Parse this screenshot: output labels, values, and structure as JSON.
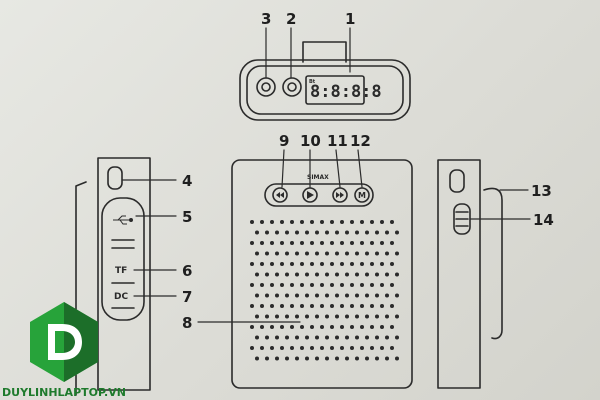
{
  "callouts": {
    "n1": "1",
    "n2": "2",
    "n3": "3",
    "n4": "4",
    "n5": "5",
    "n6": "6",
    "n7": "7",
    "n8": "8",
    "n9": "9",
    "n10": "10",
    "n11": "11",
    "n12": "12",
    "n13": "13",
    "n14": "14"
  },
  "device_labels": {
    "display_digits": "8:8:8:8",
    "top_tag": "Bt",
    "brand_mark": "SIMAX",
    "button_12": "M",
    "tf_slot": "TF",
    "dc_port": "DC"
  },
  "watermark": {
    "site": "DUYLINHLAPTOP.VN"
  },
  "colors": {
    "line": "#2b2b2b",
    "logo_green": "#27a33a",
    "logo_dark": "#1c6e29"
  }
}
